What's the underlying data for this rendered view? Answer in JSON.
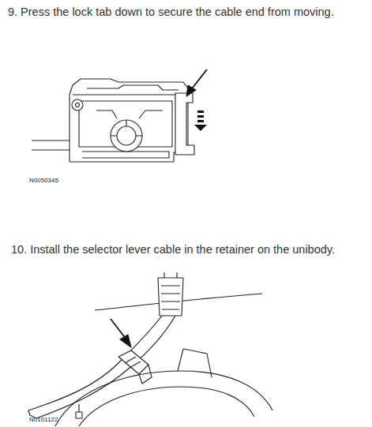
{
  "diagram": {
    "labels": [
      "9. Press the lock tab down to secure the cable end from moving.",
      "N0050345",
      "10. Install the selector lever cable in the retainer on the unibody.",
      "N0101122"
    ]
  }
}
